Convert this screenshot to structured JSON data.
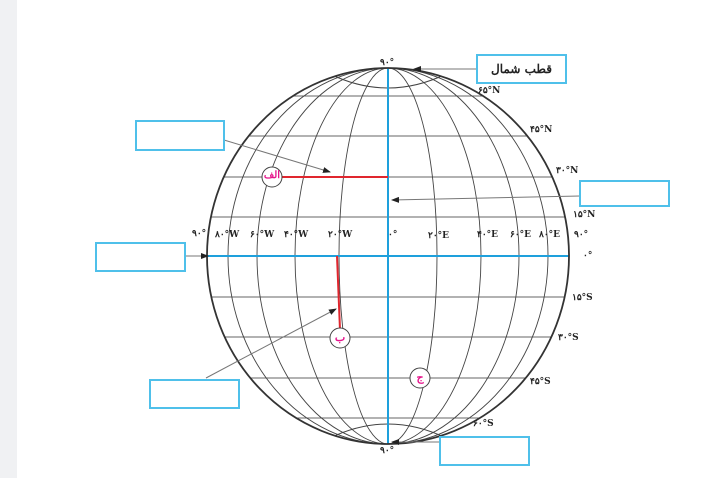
{
  "colors": {
    "box_border": "#4fc0ea",
    "equator_meridian": "#1ea0dc",
    "red_path": "#e0262e",
    "marker_text": "#e6158c",
    "grid": "#555555"
  },
  "boxes": {
    "north_pole": "قطب شمال",
    "blank_top_left": "",
    "blank_right": "",
    "blank_left_equator": "",
    "blank_bottom_left": "",
    "blank_bottom_right": ""
  },
  "poles": {
    "north": "۹۰°",
    "south": "۹۰°"
  },
  "latitudes": {
    "n65": "۶۵°N",
    "n45": "۴۵°N",
    "n30": "۳۰°N",
    "n15": "۱۵°N",
    "zero": "۰°",
    "s15": "۱۵°S",
    "s30": "۳۰°S",
    "s45": "۴۵°S",
    "s60": "۶۰°S"
  },
  "longitudes": {
    "w90": "۹۰°",
    "w80": "۸۰°W",
    "w60": "۶۰°W",
    "w40": "۴۰°W",
    "w20": "۲۰°W",
    "prime": "۰°",
    "e20": "۲۰°E",
    "e40": "۴۰°E",
    "e60": "۶۰°E",
    "e80": "۸۰°E",
    "e90": "۹۰°"
  },
  "markers": {
    "alef": "الف",
    "be": "ب",
    "jim": "ج"
  }
}
